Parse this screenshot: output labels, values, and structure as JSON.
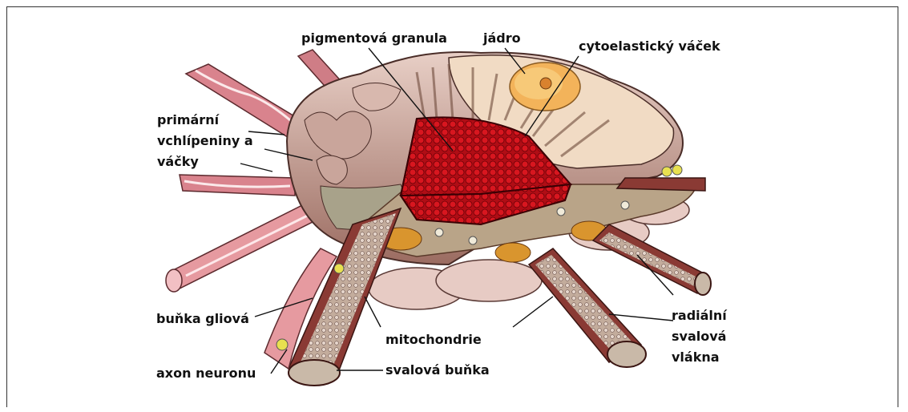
{
  "labels": {
    "pigment": "pigmentová granula",
    "nucleus": "jádro",
    "vesicle": "cytoelastický váček",
    "invag_1": "primární",
    "invag_2": "vchlípeniny a",
    "invag_3": "váčky",
    "glia": "buňka gliová",
    "axon": "axon neuronu",
    "mito": "mitochondrie",
    "muscle_cell": "svalová buňka",
    "radial_1": "radiální",
    "radial_2": "svalová",
    "radial_3": "vlákna"
  },
  "colors": {
    "pigment_red": "#c8101a",
    "cell_body": "#b08478",
    "tube_pink": "#e69aa0",
    "muscle_fiber": "#8a3a34",
    "nucleus_orange": "#f3b35a",
    "axon_yellow": "#e8e050"
  }
}
